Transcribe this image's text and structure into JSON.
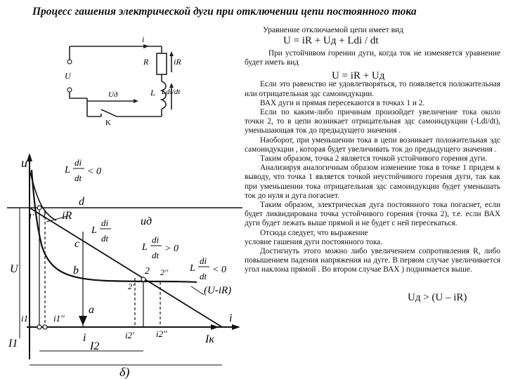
{
  "title": "Процесс гашения электрической дуги при отключении цепи постоянного тока",
  "intro": "Уравнение отключаемой цепи имеет вид",
  "formula1": "U = iR + Uд + Ldi / dt",
  "formula2": "U = iR + Uд",
  "formula3": "Uд > (U – iR)",
  "paragraphs": [
    "При устойчивом горении дуги, когда ток не изменяется уравнение будет иметь вид",
    "Если это равенство не удовлетворяться, то появляется положительная или отрицательная эдс самоиндукции.",
    "ВАХ дуги и прямая пересекаются в точках 1 и 2.",
    "Если по каким-либо причинам произойдет увеличение тока около точки 2, то в цепи возникает отрицательная эдс самоиндукции (-Ldi/dt), уменьшающая ток до предыдущего значения .",
    "Наоборот, при уменьшении тока в цепи возникает положительная эдс самоиндукции , которая будет увеличивать ток до предыдущего значения .",
    "Таким образом, точка 2 является точкой устойчивого горения дуги.",
    "Анализируя аналогичным образом изменение тока в точке 1 придем к выводу, что точка 1 является точкой неустойчивого горения дуги, так как при уменьшении тока отрицательная эдс самоиндукции будет уменьшать ток до нуля и дуга погаснет.",
    "Таким образом, электрическая дуга постоянного тока погаснет, если будет ликвидирована точка устойчивого горения (точка 2), т.е. если ВАХ дуги будет лежать выше прямой и не будет с ней пересекаться.",
    "Отсюда следует, что выражение",
    "условие гашения дуги постоянного тока.",
    "Достигнуть этого можно либо увеличением сопротивления R, либо повышением падения напряжения на дуге. В первом случае увеличивается угол наклона прямой . Во втором случае ВАХ ) поднимается выше."
  ],
  "circuit": {
    "i": "i",
    "R": "R",
    "iR": "iR",
    "U": "U",
    "L": "L",
    "Ldi": "Ldi/dt",
    "Ud": "Uд",
    "K": "K"
  },
  "graph": {
    "u": "u",
    "ud": "uд",
    "d": "d",
    "c": "c",
    "a": "a",
    "b": "b",
    "iR": "iR",
    "U": "U",
    "ULiR": "(U-iR)",
    "p1": "1",
    "p2": "2",
    "p1p": "1'",
    "p2p": "2'",
    "p2pp": "2''",
    "i1": "i1",
    "i1pp": "i1''",
    "i2p": "i2'",
    "i2pp": "i2''",
    "i": "i",
    "I1": "I1",
    "I2": "I2",
    "Ik": "Iк",
    "ik": "i",
    "delta": "δ)",
    "L1": "L",
    "L1di": "di",
    "L1dt": "dt",
    "L1rel": "< 0",
    "L2": "L",
    "L2di": "di",
    "L2dt": "dt",
    "L3": "L",
    "L3di": "di",
    "L3dt": "dt",
    "L3rel": "> 0",
    "L4": "L",
    "L4di": "di",
    "L4dt": "dt",
    "L4rel": "< 0"
  }
}
